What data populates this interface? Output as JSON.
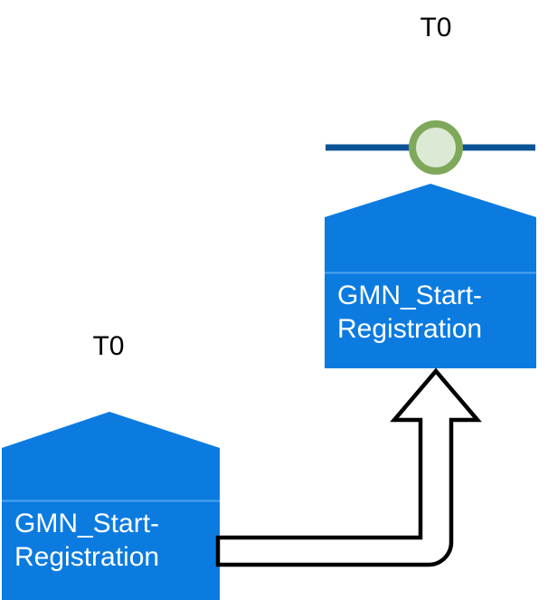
{
  "diagram": {
    "type": "node-transition-diagram",
    "background_color": "#FFFFFF",
    "nodes": [
      {
        "id": "node-top",
        "name": "GMN_Start-Registration",
        "label_lines": "GMN_Start-\nRegistration",
        "tier_label": "T0",
        "shape": "pentagon-home",
        "fill_color": "#0B7BE0",
        "divider_color": "#4DA3EC",
        "text_color": "#FFFFFF",
        "has_marker": true
      },
      {
        "id": "node-bottom",
        "name": "GMN_Start-Registration",
        "label_lines": "GMN_Start-\nRegistration",
        "tier_label": "T0",
        "shape": "pentagon-home",
        "fill_color": "#0B7BE0",
        "divider_color": "#4DA3EC",
        "text_color": "#FFFFFF",
        "has_marker": false
      }
    ],
    "marker": {
      "id": "state-marker",
      "shape": "circle-on-line",
      "circle_stroke_color": "#7FA95A",
      "circle_fill_color": "#DCE9D5",
      "line_color": "#0B5394",
      "belongs_to": "node-top"
    },
    "connector": {
      "id": "transition-arrow",
      "style": "hollow-block-arrow",
      "stroke_color": "#000000",
      "fill_color": "#FFFFFF",
      "from": "node-bottom",
      "to": "node-top",
      "direction": "right-then-up"
    }
  }
}
